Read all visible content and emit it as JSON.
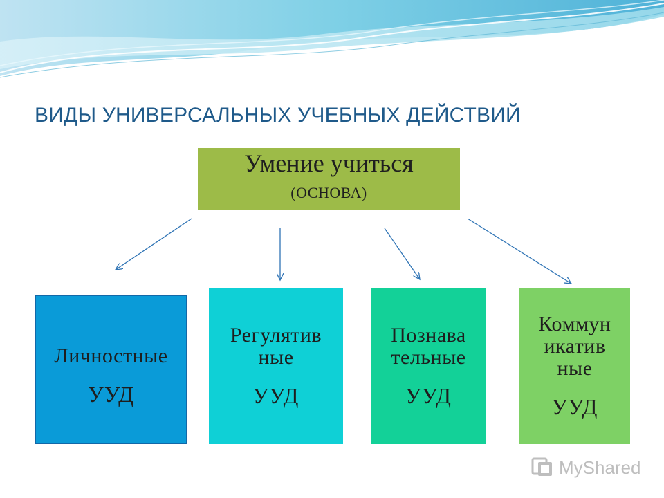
{
  "title": "ВИДЫ УНИВЕРСАЛЬНЫХ  УЧЕБНЫХ ДЕЙСТВИЙ",
  "root": {
    "main": "Умение учиться",
    "sub": "(ОСНОВА)"
  },
  "children": [
    {
      "label_lines": [
        "Личностные"
      ],
      "suffix": "УУД"
    },
    {
      "label_lines": [
        "Регулятив",
        "ные"
      ],
      "suffix": "УУД"
    },
    {
      "label_lines": [
        "Познава",
        "тельные"
      ],
      "suffix": "УУД"
    },
    {
      "label_lines": [
        "Коммун",
        "икатив",
        "ные"
      ],
      "suffix": "УУД"
    }
  ],
  "watermark": "MyShared",
  "colors": {
    "title": "#1f5a8a",
    "root": "#9dbb48",
    "personal": "#0a9bd8",
    "regulatory": "#0fd0d6",
    "cognitive": "#13d198",
    "communicative": "#7ed165",
    "arrow": "#2f74b5"
  },
  "icons": {
    "watermark": "myshared-logo-icon"
  }
}
